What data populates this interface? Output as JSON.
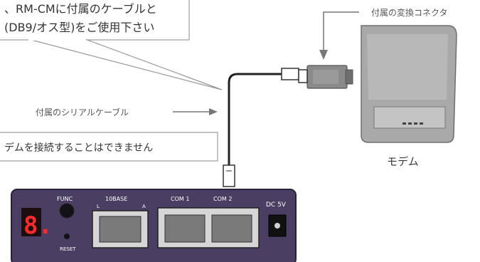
{
  "callout_top": {
    "line1": "、RM-CMに付属のケーブルと",
    "line2": "(DB9/オス型)をご使用下さい"
  },
  "callout_bottom": {
    "text": "デムを接続することはできません"
  },
  "labels": {
    "converter": "付属の変換コネクタ",
    "serial_cable": "付属のシリアルケーブル",
    "modem": "モデム"
  },
  "panel": {
    "func": "FUNC",
    "reset": "RESET",
    "base": "10BASE",
    "base_l": "L",
    "base_a": "A",
    "com1": "COM 1",
    "com2": "COM 2",
    "dc": "DC 5V",
    "led_digit": "8."
  },
  "colors": {
    "panel": "#4a3f63",
    "led": "#ff2a2a",
    "modem_body": "#a9a9a9"
  }
}
